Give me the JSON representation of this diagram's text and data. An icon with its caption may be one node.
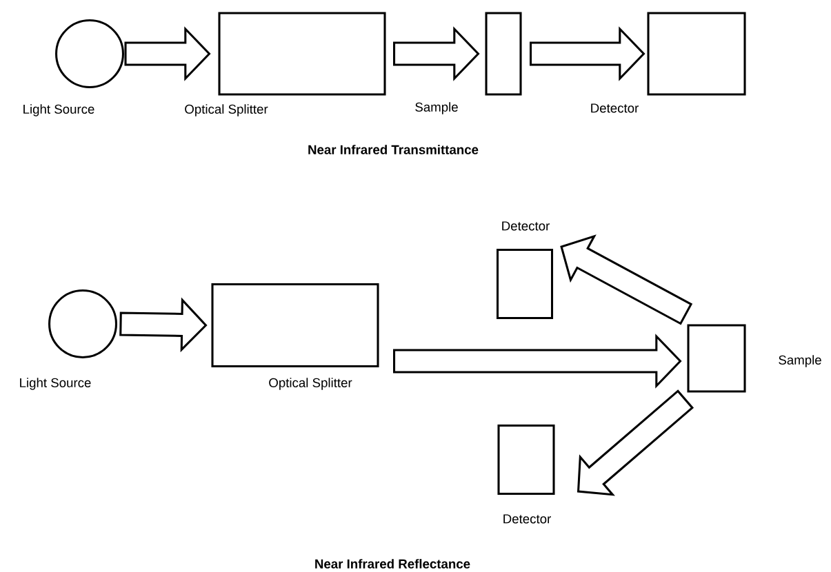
{
  "diagram": {
    "nodes": [
      {
        "text": [
          "Light Source"
        ]
      },
      {
        "text": [
          "Optical Splitter"
        ]
      },
      {
        "text": [
          "Sample"
        ]
      },
      {
        "text": [
          "Detector"
        ]
      },
      {
        "text": [
          "Light Source"
        ]
      },
      {
        "text": [
          "Optical Splitter"
        ]
      },
      {
        "text": [
          "Sample"
        ]
      },
      {
        "text": [
          "Detector"
        ]
      },
      {
        "text": [
          "Detector"
        ]
      }
    ],
    "edges": [
      {
        "from": 0,
        "to": 1,
        "arrow": "to"
      },
      {
        "from": 1,
        "to": 2,
        "arrow": "to"
      },
      {
        "from": 2,
        "to": 3,
        "arrow": "to"
      },
      {
        "from": 4,
        "to": 5,
        "arrow": "to"
      },
      {
        "from": 5,
        "to": 6,
        "arrow": "to"
      },
      {
        "from": 6,
        "to": 7,
        "arrow": "to"
      },
      {
        "from": 6,
        "to": 8,
        "arrow": "to"
      }
    ],
    "labels": [
      "Near Infrared Transmittance",
      "Near Infrared Reflectance"
    ]
  }
}
